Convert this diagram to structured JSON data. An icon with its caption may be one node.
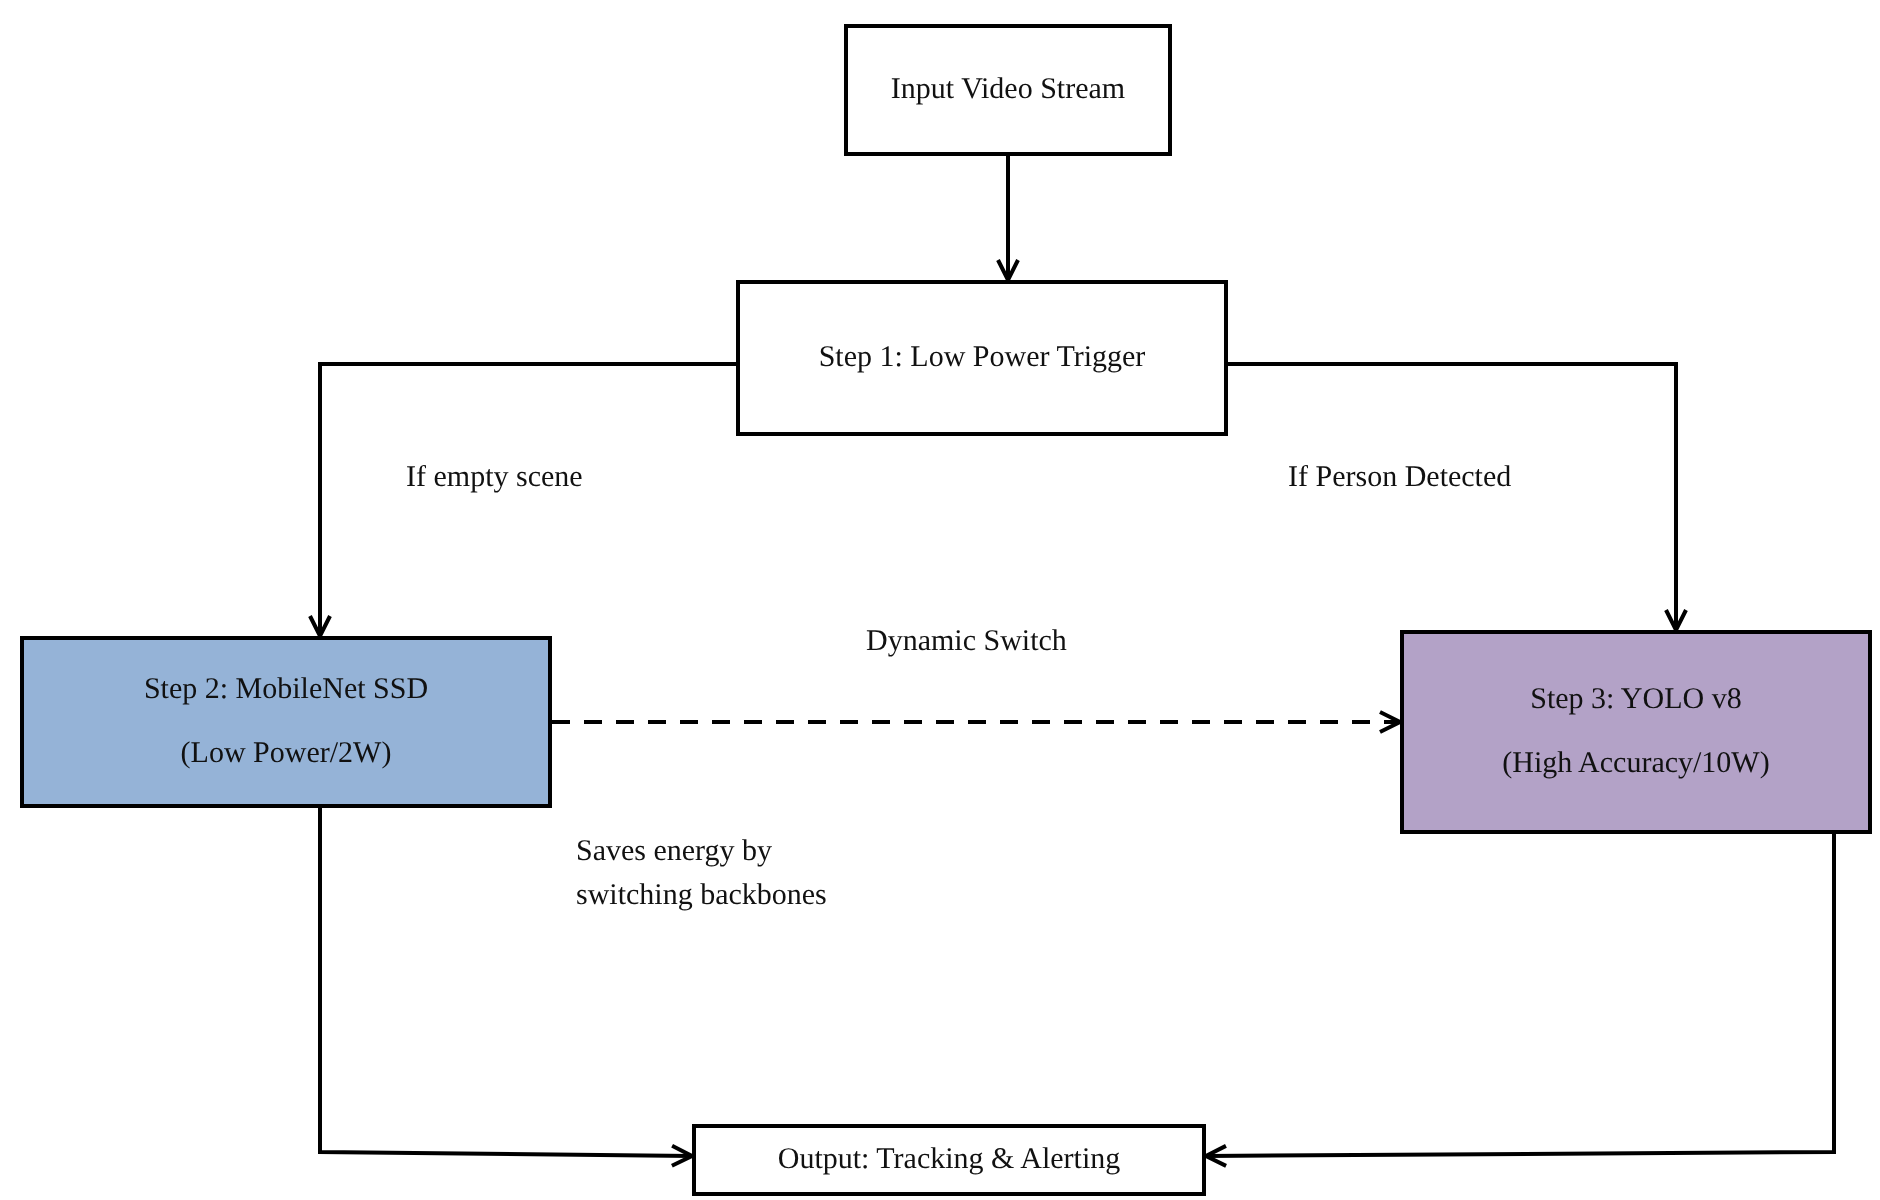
{
  "diagram": {
    "nodes": [
      {
        "text": [
          "Input Video Stream"
        ]
      },
      {
        "text": [
          "Step 1: Low Power Trigger"
        ]
      },
      {
        "text": [
          "Step 2: MobileNet SSD",
          "(Low Power/2W)"
        ]
      },
      {
        "text": [
          "Step 3: YOLO v8",
          "(High Accuracy/10W)"
        ]
      },
      {
        "text": [
          "Output: Tracking & Alerting"
        ]
      }
    ],
    "edges": [
      {
        "from": 0,
        "to": 1,
        "arrow": "to"
      },
      {
        "from": 1,
        "to": 2,
        "arrow": "to",
        "label": "If empty scene"
      },
      {
        "from": 1,
        "to": 3,
        "arrow": "to",
        "label": "If Person Detected"
      },
      {
        "from": 2,
        "to": 3,
        "arrow": "to",
        "label": "Dynamic Switch",
        "style": "dashed"
      },
      {
        "from": 2,
        "to": 4,
        "arrow": "to"
      },
      {
        "from": 3,
        "to": 4,
        "arrow": "to"
      }
    ],
    "labels": [
      "Saves energy by switching backbones"
    ]
  }
}
